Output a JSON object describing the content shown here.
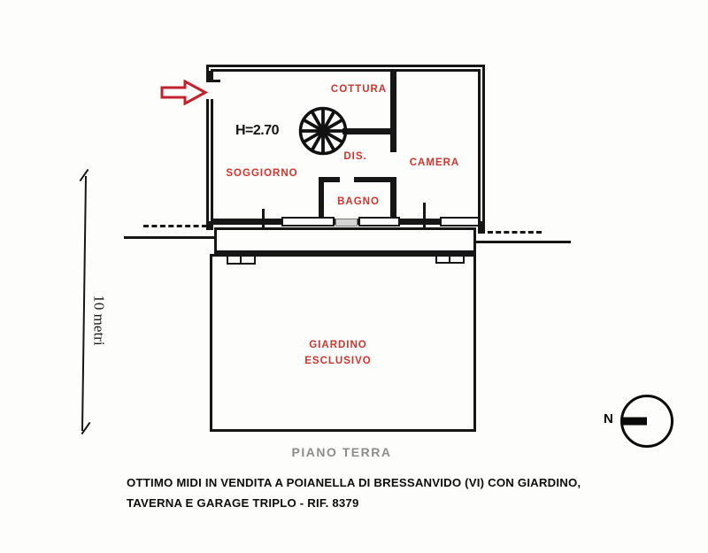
{
  "plan": {
    "title": "floor plan of apartment with exclusive garden",
    "labels": {
      "cottura": "COTTURA",
      "dis": "DIS.",
      "camera": "CAMERA",
      "soggiorno": "SOGGIORNO",
      "bagno": "BAGNO",
      "giardino_line1": "GIARDINO",
      "giardino_line2": "ESCLUSIVO",
      "height": "H=2.70",
      "floor": "PIANO TERRA",
      "scale": "10 metri",
      "compass_north": "N"
    }
  },
  "caption": {
    "line1": "OTTIMO MIDI IN VENDITA A POIANELLA DI BRESSANVIDO (VI) CON GIARDINO,",
    "line2": "TAVERNA E GARAGE  TRIPLO - RIF. 8379"
  },
  "colors": {
    "room_label": "#d0342c",
    "entrance_arrow": "#c2222e",
    "wall": "#161616",
    "floor_label_gray": "#8c8c8c",
    "paper": "#fdfdfc"
  }
}
